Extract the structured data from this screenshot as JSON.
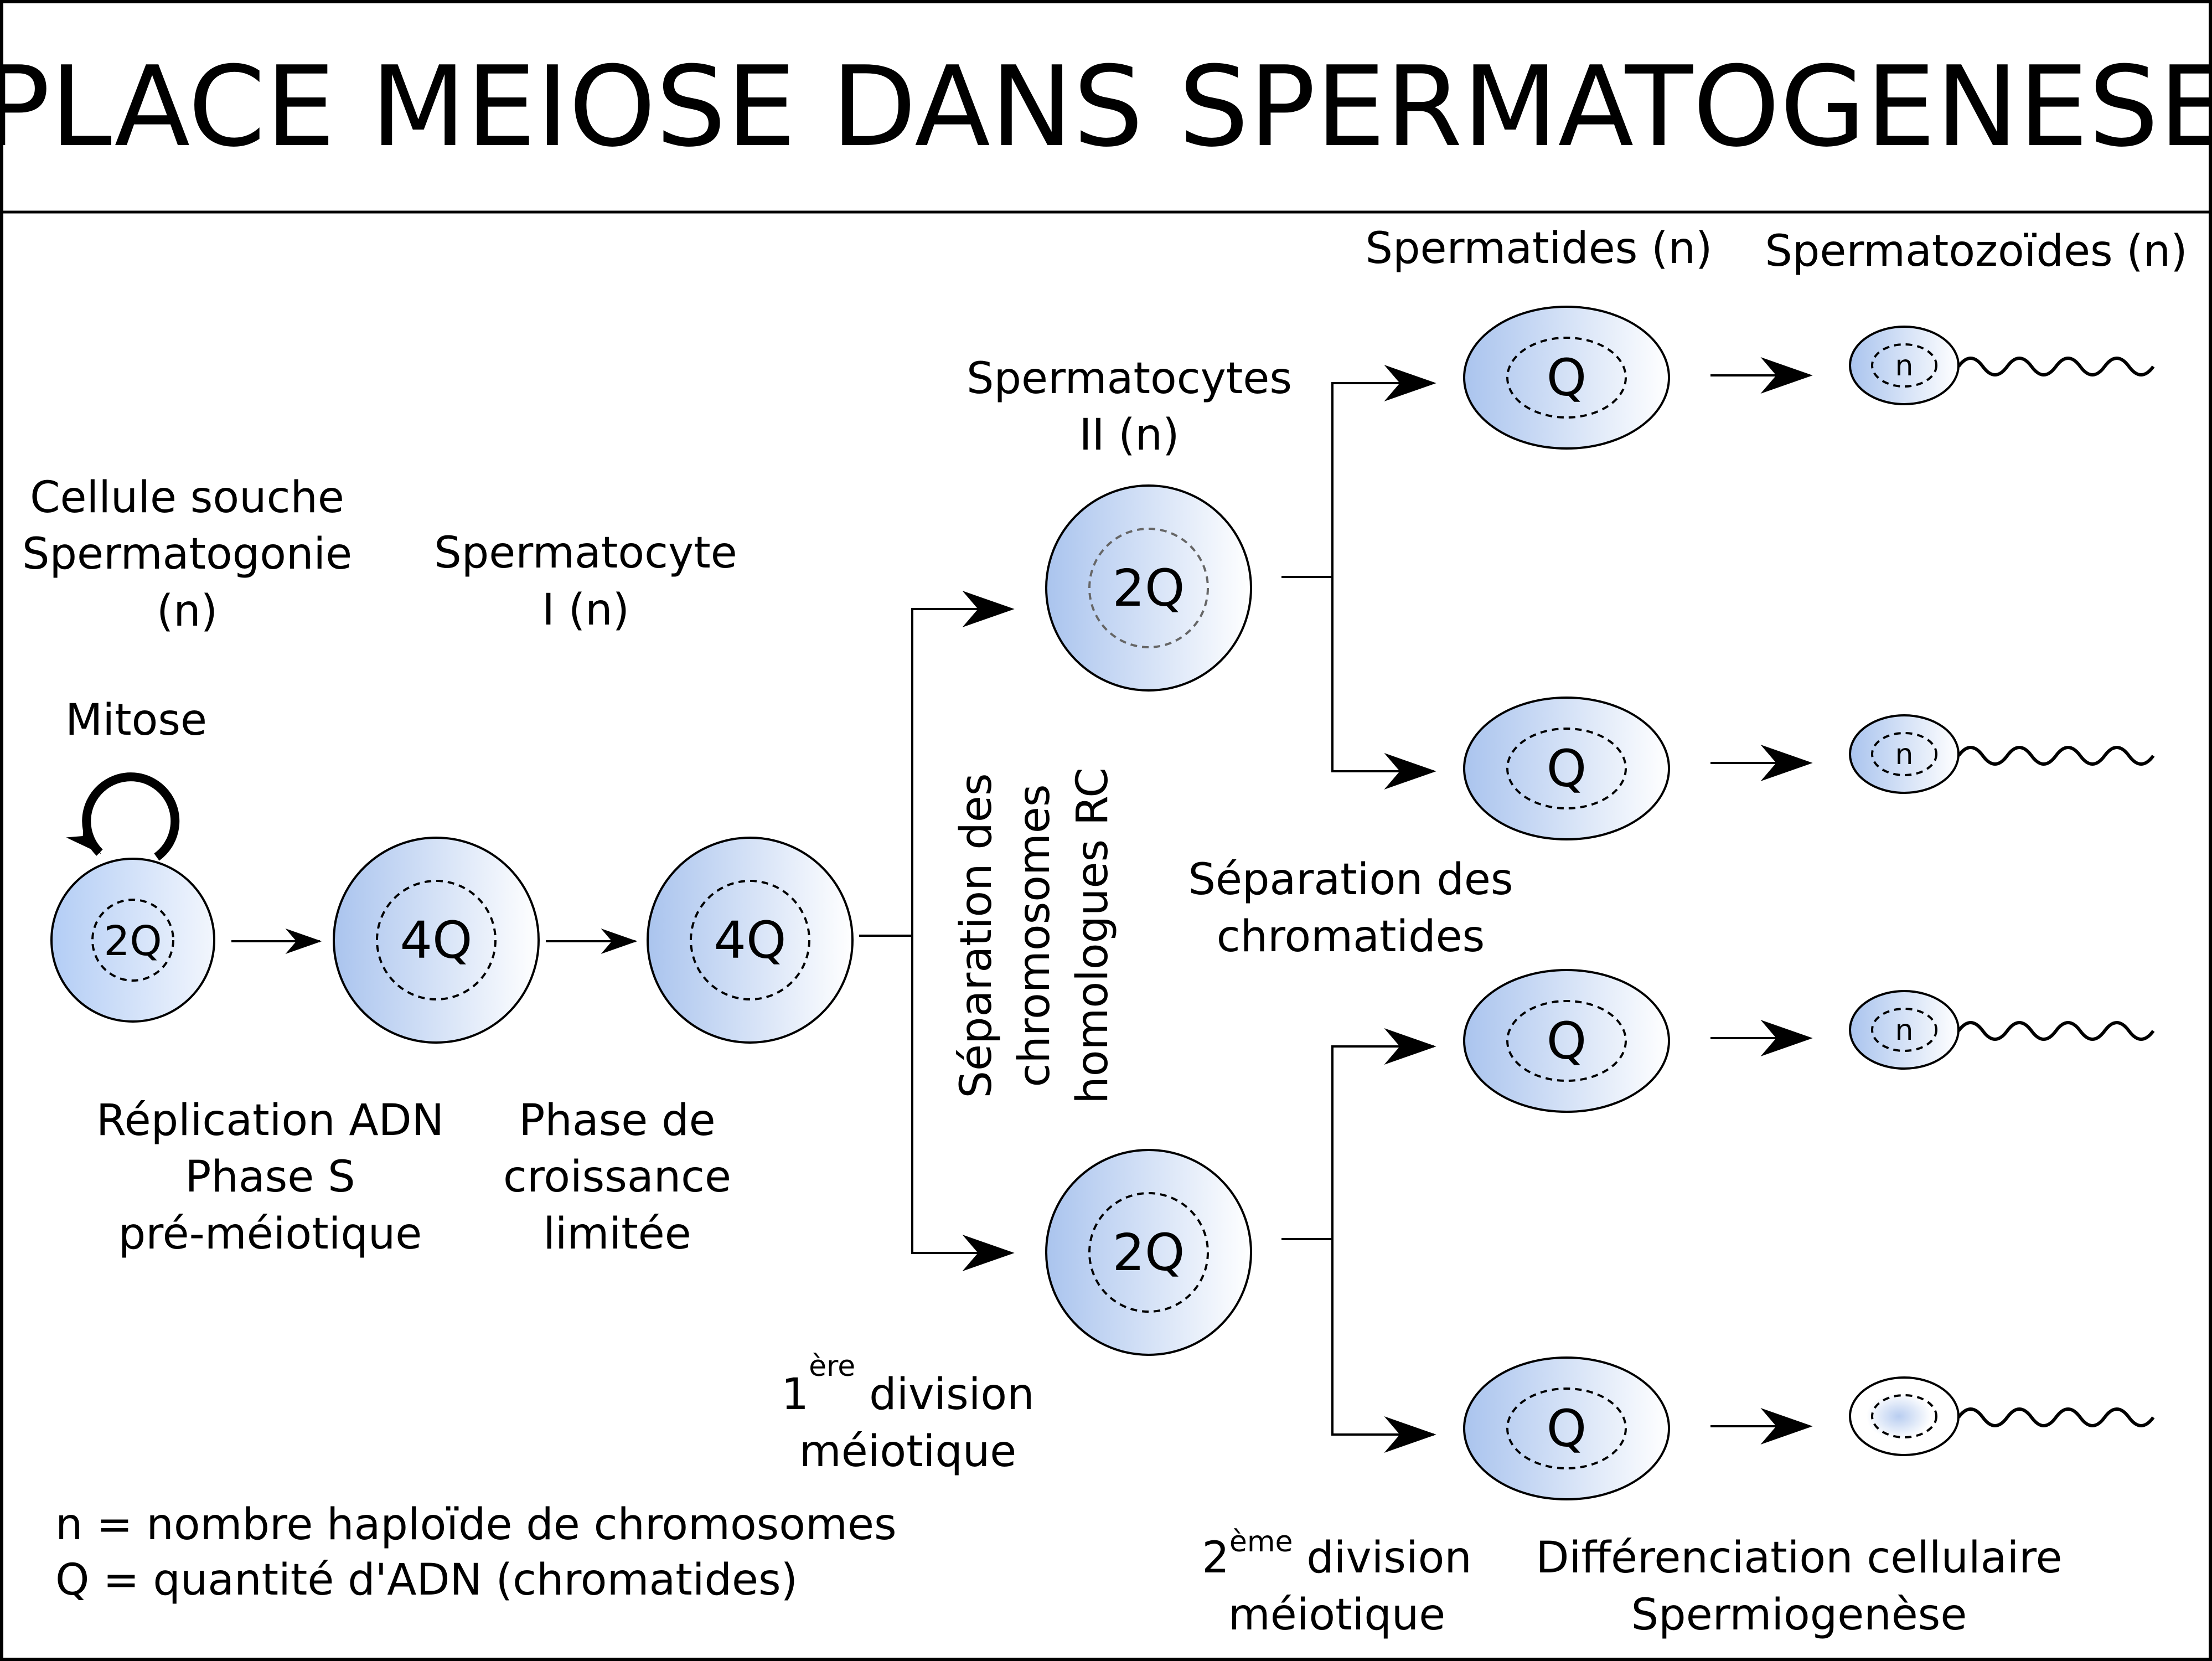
{
  "title": "PLACE MEIOSE DANS SPERMATOGENESE",
  "labels": {
    "stem_line1": "Cellule souche",
    "stem_line2": "Spermatogonie",
    "stem_line3": "(n)",
    "mitosis": "Mitose",
    "spermatocyte1_line1": "Spermatocyte",
    "spermatocyte1_line2": "I (n)",
    "spermatocytes2_line1": "Spermatocytes",
    "spermatocytes2_line2": "II (n)",
    "spermatids": "Spermatides (n)",
    "spermatozoa": "Spermatozoïdes (n)",
    "replication_line1": "Réplication ADN",
    "replication_line2": "Phase S",
    "replication_line3": "pré-méiotique",
    "growth_line1": "Phase de",
    "growth_line2": "croissance",
    "growth_line3": "limitée",
    "homolog_sep_line1": "Séparation des",
    "homolog_sep_line2": "chromosomes",
    "homolog_sep_line3": "homologues RC",
    "chromatid_sep_line1": "Séparation des",
    "chromatid_sep_line2": "chromatides",
    "div1_num": "1",
    "div1_sup": "ère",
    "div1_word": " division",
    "div1_line2": "méiotique",
    "div2_num": "2",
    "div2_sup": "ème",
    "div2_word": " division",
    "div2_line2": "méiotique",
    "diff_line1": "Différenciation cellulaire",
    "diff_line2": "Spermiogenèse",
    "legend_n": "n = nombre haploïde de chromosomes",
    "legend_q": "Q = quantité d'ADN (chromatides)"
  },
  "cells": {
    "stem": "2Q",
    "replicated": "4Q",
    "spermatocyte1": "4Q",
    "spermatocyte2_top": "2Q",
    "spermatocyte2_bottom": "2Q",
    "spermatid": "Q",
    "spermatozoon": "n"
  },
  "colors": {
    "cell_blue": "#aac4ee",
    "cell_white": "#ffffff",
    "stroke": "#000000"
  }
}
